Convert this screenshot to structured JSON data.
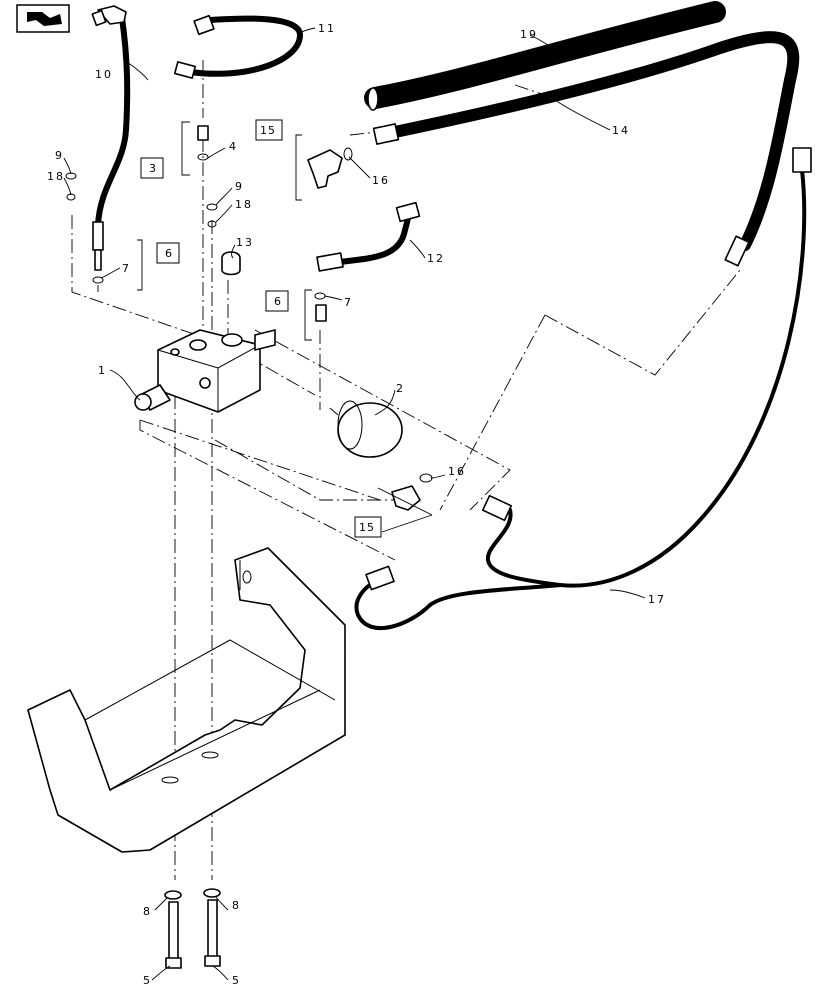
{
  "nav_icon": "page-navigation-icon",
  "callouts": {
    "c1": "1",
    "c2": "2",
    "c3": "3",
    "c4": "4",
    "c5a": "5",
    "c5b": "5",
    "c6a": "6",
    "c6b": "6",
    "c7a": "7",
    "c7b": "7",
    "c8a": "8",
    "c8b": "8",
    "c9a": "9",
    "c9b": "9",
    "c10": "10",
    "c11": "11",
    "c12": "12",
    "c13": "13",
    "c14": "14",
    "c15a": "15",
    "c15b": "15",
    "c16a": "16",
    "c16b": "16",
    "c17": "17",
    "c18a": "18",
    "c18b": "18",
    "c19": "19"
  }
}
